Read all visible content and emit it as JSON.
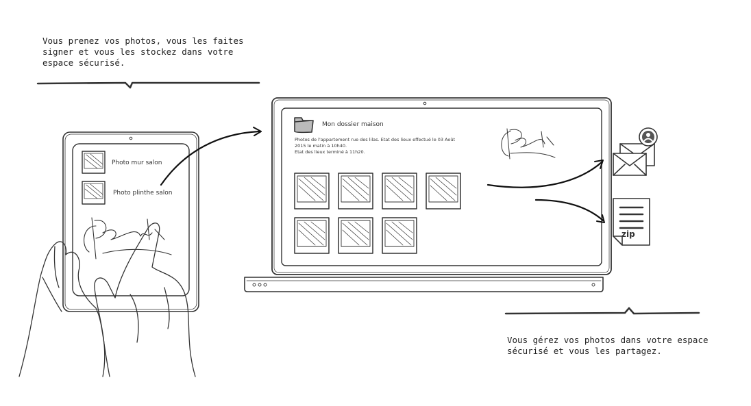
{
  "caption_top": {
    "lines": [
      "Vous prenez vos photos, vous les faites",
      "signer et vous les stockez dans votre",
      "espace sécurisé."
    ]
  },
  "caption_bottom": {
    "lines": [
      "Vous gérez vos photos dans votre espace",
      "sécurisé et vous les partagez."
    ]
  },
  "tablet": {
    "items": [
      {
        "label": "Photo mur salon"
      },
      {
        "label": "Photo plinthe salon"
      }
    ],
    "signature": "P.Smith"
  },
  "laptop": {
    "folder_title": "Mon dossier maison",
    "description_lines": [
      "Photos  de l'appartement rue des lilas. Etat des lieux effectué le 03 Août",
      "2015 le matin à 10h40.",
      "Etat des lieux terminé à 11h20."
    ],
    "signature": "P.Smith",
    "photo_count": 7
  },
  "share": {
    "zip_label": "zip"
  }
}
